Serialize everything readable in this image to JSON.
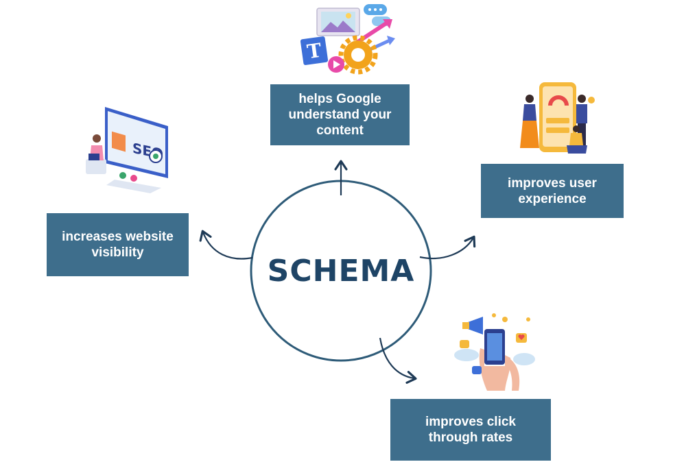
{
  "center": {
    "title": "SCHEMA"
  },
  "boxes": {
    "google": "helps Google understand your content",
    "ux": "improves user experience",
    "visibility": "increases website visibility",
    "ctr": "improves click through rates"
  },
  "illustrations": {
    "top": {
      "letters": "T",
      "icons": [
        "image-icon",
        "gear-icon",
        "chat-bubble-icon",
        "arrow-icon"
      ]
    },
    "left": {
      "letters": "SEO",
      "icons": [
        "monitor-icon",
        "person-icon",
        "target-icon"
      ]
    },
    "right": {
      "icons": [
        "phone-dashboard-icon",
        "person-icon",
        "coin-icon"
      ]
    },
    "bottom": {
      "icons": [
        "hand-phone-icon",
        "megaphone-icon",
        "heart-icon",
        "cloud-icon"
      ]
    }
  },
  "colors": {
    "box": "#3e6e8c",
    "circle": "#2e5b78",
    "title": "#1e4466",
    "arrow": "#1e3a56"
  }
}
